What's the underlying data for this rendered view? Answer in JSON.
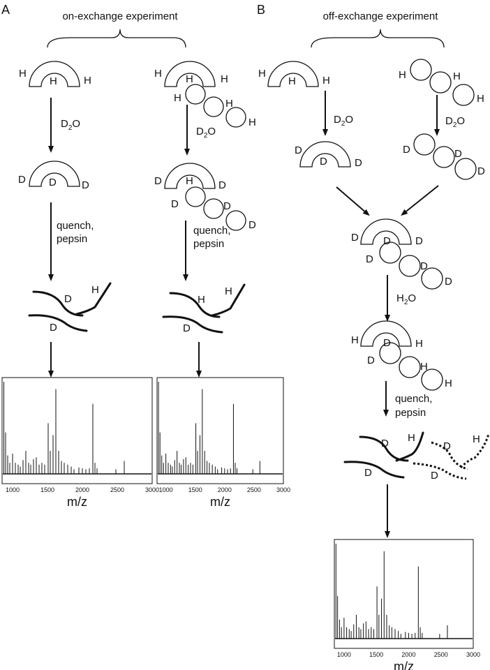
{
  "panels": {
    "a": {
      "letter": "A",
      "title": "on-exchange experiment"
    },
    "b": {
      "letter": "B",
      "title": "off-exchange experiment"
    }
  },
  "labels": {
    "H": "H",
    "D": "D",
    "d2o": "D",
    "d2o_sub": "2",
    "d2o_o": "O",
    "h2o": "H",
    "h2o_sub": "2",
    "h2o_o": "O",
    "quench": "quench,",
    "pepsin": "pepsin"
  },
  "spectrum": {
    "axis_title": "m/z",
    "ticks": [
      "1000",
      "1500",
      "2000",
      "2500",
      "3000"
    ],
    "x_range": [
      850,
      3000
    ],
    "peaks": [
      {
        "mz": 875,
        "rel": 1.0
      },
      {
        "mz": 900,
        "rel": 0.45
      },
      {
        "mz": 930,
        "rel": 0.2
      },
      {
        "mz": 960,
        "rel": 0.12
      },
      {
        "mz": 1000,
        "rel": 0.22
      },
      {
        "mz": 1040,
        "rel": 0.12
      },
      {
        "mz": 1080,
        "rel": 0.1
      },
      {
        "mz": 1110,
        "rel": 0.08
      },
      {
        "mz": 1150,
        "rel": 0.15
      },
      {
        "mz": 1190,
        "rel": 0.25
      },
      {
        "mz": 1230,
        "rel": 0.12
      },
      {
        "mz": 1260,
        "rel": 0.1
      },
      {
        "mz": 1300,
        "rel": 0.16
      },
      {
        "mz": 1340,
        "rel": 0.18
      },
      {
        "mz": 1380,
        "rel": 0.1
      },
      {
        "mz": 1420,
        "rel": 0.12
      },
      {
        "mz": 1460,
        "rel": 0.1
      },
      {
        "mz": 1510,
        "rel": 0.55
      },
      {
        "mz": 1540,
        "rel": 0.25
      },
      {
        "mz": 1580,
        "rel": 0.42
      },
      {
        "mz": 1620,
        "rel": 0.92
      },
      {
        "mz": 1660,
        "rel": 0.25
      },
      {
        "mz": 1700,
        "rel": 0.14
      },
      {
        "mz": 1740,
        "rel": 0.12
      },
      {
        "mz": 1790,
        "rel": 0.1
      },
      {
        "mz": 1840,
        "rel": 0.08
      },
      {
        "mz": 1880,
        "rel": 0.05
      },
      {
        "mz": 1950,
        "rel": 0.07
      },
      {
        "mz": 2000,
        "rel": 0.06
      },
      {
        "mz": 2050,
        "rel": 0.05
      },
      {
        "mz": 2100,
        "rel": 0.06
      },
      {
        "mz": 2150,
        "rel": 0.76
      },
      {
        "mz": 2180,
        "rel": 0.12
      },
      {
        "mz": 2210,
        "rel": 0.06
      },
      {
        "mz": 2480,
        "rel": 0.05
      },
      {
        "mz": 2600,
        "rel": 0.14
      }
    ]
  }
}
